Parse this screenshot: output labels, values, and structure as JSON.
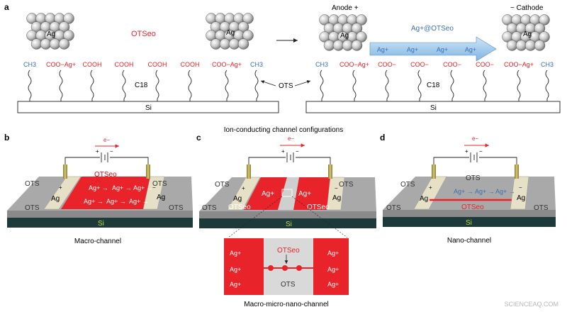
{
  "panel_a": {
    "letter": "a",
    "left": {
      "title": "OTSeo",
      "ag_label_1": "Ag",
      "ag_label_2": "Ag",
      "groups": [
        "CH3",
        "COO−Ag+",
        "COOH",
        "COOH",
        "COOH",
        "COOH",
        "COO−Ag+",
        "CH3"
      ],
      "chain": "C18",
      "substrate": "Si"
    },
    "ots_label": "OTS",
    "right": {
      "anode": "Anode +",
      "cathode": "− Cathode",
      "channel_title": "Ag+@OTSeo",
      "ag_label_1": "Ag",
      "ag_label_2": "Ag",
      "arrow_ions": [
        "Ag+",
        "Ag+",
        "Ag+",
        "Ag+"
      ],
      "groups": [
        "CH3",
        "COO−Ag+",
        "COO−",
        "COO−",
        "COO−",
        "COO−",
        "COO−Ag+",
        "CH3"
      ],
      "chain": "C18",
      "substrate": "Si"
    }
  },
  "caption_middle": "Ion-conducting channel configurations",
  "panel_b": {
    "letter": "b",
    "electron": "e−",
    "channel": "OTSeo",
    "ions": [
      "Ag+",
      "Ag+",
      "Ag+",
      "Ag+",
      "Ag+",
      "Ag+"
    ],
    "ots": [
      "OTS",
      "OTS",
      "OTS",
      "OTS"
    ],
    "electrodes": [
      "Ag",
      "Ag"
    ],
    "polarity": [
      "+",
      "−"
    ],
    "substrate": "Si",
    "caption": "Macro-channel"
  },
  "panel_c": {
    "letter": "c",
    "electron": "e−",
    "ions": [
      "Ag+",
      "Ag+"
    ],
    "otseo": [
      "OTSeo",
      "OTSeo"
    ],
    "ots": [
      "OTS",
      "OTS",
      "OTS"
    ],
    "electrodes": [
      "Ag",
      "Ag"
    ],
    "polarity": [
      "+",
      "−"
    ],
    "substrate": "Si",
    "inset": {
      "otseo": "OTSeo",
      "ots": "OTS",
      "ions_left": [
        "Ag+",
        "Ag+",
        "Ag+"
      ],
      "ions_right": [
        "Ag+",
        "Ag+",
        "Ag+"
      ]
    },
    "caption": "Macro-micro-nano-channel"
  },
  "panel_d": {
    "letter": "d",
    "electron": "e−",
    "ions": [
      "Ag+",
      "Ag+",
      "Ag+"
    ],
    "ots": [
      "OTS",
      "OTS",
      "OTS",
      "OTS"
    ],
    "channel": "OTSeo",
    "electrodes": [
      "Ag",
      "Ag"
    ],
    "polarity": [
      "+",
      "−"
    ],
    "substrate": "Si",
    "caption": "Nano-channel"
  },
  "watermark": "SCIENCEAQ.COM",
  "colors": {
    "red": "#e8232a",
    "blue": "#3a6fb5",
    "grey": "#8c8c8c",
    "substrate": "#1d3a3a",
    "arrow_blue": "#8ec1e8"
  }
}
